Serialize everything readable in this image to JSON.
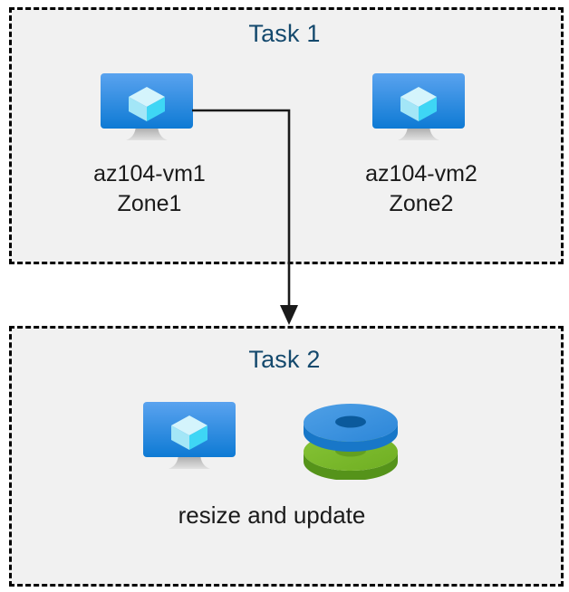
{
  "diagram": {
    "background_color": "#ffffff",
    "panel_fill": "#f1f1f1",
    "panel_border_color": "#000000",
    "title_color": "#14496d",
    "label_color": "#1a1a1a",
    "connector_color": "#1a1a1a"
  },
  "task1": {
    "title": "Task 1",
    "nodes": [
      {
        "icon": "virtual-machine-icon",
        "label": "az104-vm1\nZone1",
        "name": "az104-vm1",
        "zone": "Zone1"
      },
      {
        "icon": "virtual-machine-icon",
        "label": "az104-vm2\nZone2",
        "name": "az104-vm2",
        "zone": "Zone2"
      }
    ]
  },
  "task2": {
    "title": "Task 2",
    "caption": "resize and update",
    "nodes": [
      {
        "icon": "virtual-machine-icon"
      },
      {
        "icon": "managed-disks-icon"
      }
    ]
  },
  "connector": {
    "from": "az104-vm1",
    "to": "task2",
    "arrow": "down-arrow"
  },
  "icons": {
    "vm_screen_top_color": "#55a2ee",
    "vm_screen_bottom_color": "#0f7bd4",
    "vm_stand_color": "#a6a6a6",
    "vm_cube_light": "#c3f0fb",
    "vm_cube_mid": "#9fe5f8",
    "vm_cube_bright": "#3ed6f5",
    "disk_blue_top": "#3d94de",
    "disk_blue_side": "#1b7ed0",
    "disk_blue_hole": "#0b5a9c",
    "disk_green_top": "#77ba26",
    "disk_green_side": "#5a9a1b",
    "disk_green_hole": "#639f20"
  }
}
